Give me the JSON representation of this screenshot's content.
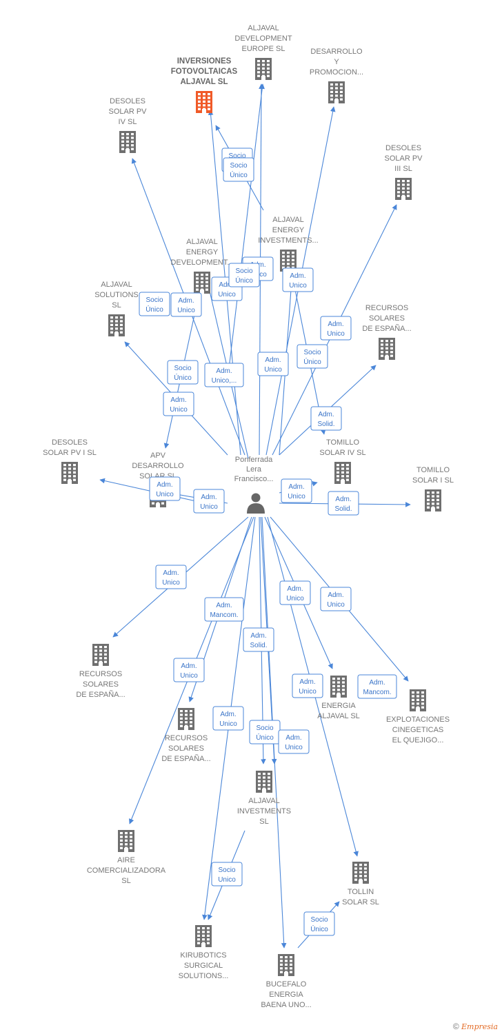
{
  "colors": {
    "edge": "#4a86d8",
    "building": "#6f6f6f",
    "focus": "#f05a28",
    "person": "#666666"
  },
  "person": {
    "label": [
      "Ponferrada",
      "Lera",
      "Francisco..."
    ],
    "icon": "person-icon"
  },
  "nodes": [
    {
      "id": "inversiones",
      "label": [
        "INVERSIONES",
        "FOTOVOLTAICAS",
        "ALJAVAL  SL"
      ],
      "focus": true,
      "icon": "building-icon"
    },
    {
      "id": "aljaval-dev-europe",
      "label": [
        "ALJAVAL",
        "DEVELOPMENT",
        "EUROPE  SL"
      ],
      "icon": "building-icon"
    },
    {
      "id": "desarrollo-y-promocion",
      "label": [
        "DESARROLLO",
        "Y",
        "PROMOCION..."
      ],
      "icon": "building-icon"
    },
    {
      "id": "desoles-iv",
      "label": [
        "DESOLES",
        "SOLAR PV",
        "IV  SL"
      ],
      "icon": "building-icon"
    },
    {
      "id": "desoles-iii",
      "label": [
        "DESOLES",
        "SOLAR PV",
        "III  SL"
      ],
      "icon": "building-icon"
    },
    {
      "id": "aljaval-energy-investments",
      "label": [
        "ALJAVAL",
        "ENERGY",
        "INVESTMENTS..."
      ],
      "icon": "building-icon"
    },
    {
      "id": "aljaval-energy-development",
      "label": [
        "ALJAVAL",
        "ENERGY",
        "DEVELOPMENT..."
      ],
      "icon": "building-icon"
    },
    {
      "id": "aljaval-solutions",
      "label": [
        "ALJAVAL",
        "SOLUTIONS",
        "SL"
      ],
      "icon": "building-icon"
    },
    {
      "id": "recursos-1",
      "label": [
        "RECURSOS",
        "SOLARES",
        "DE ESPAÑA..."
      ],
      "icon": "building-icon"
    },
    {
      "id": "desoles-i",
      "label": [
        "DESOLES",
        "SOLAR PV I  SL"
      ],
      "icon": "building-icon"
    },
    {
      "id": "apv-desarrollo",
      "label": [
        "APV",
        "DESARROLLO",
        "SOLAR  SL"
      ],
      "icon": "building-icon"
    },
    {
      "id": "tomillo-iv",
      "label": [
        "TOMILLO",
        "SOLAR IV  SL"
      ],
      "icon": "building-icon"
    },
    {
      "id": "tomillo-i",
      "label": [
        "TOMILLO",
        "SOLAR I  SL"
      ],
      "icon": "building-icon"
    },
    {
      "id": "recursos-2",
      "label": [
        "RECURSOS",
        "SOLARES",
        "DE ESPAÑA..."
      ],
      "icon": "building-icon"
    },
    {
      "id": "recursos-3",
      "label": [
        "RECURSOS",
        "SOLARES",
        "DE ESPAÑA..."
      ],
      "icon": "building-icon"
    },
    {
      "id": "energia-aljaval",
      "label": [
        "ENERGIA",
        "ALJAVAL  SL"
      ],
      "icon": "building-icon"
    },
    {
      "id": "explotaciones",
      "label": [
        "EXPLOTACIONES",
        "CINEGETICAS",
        "EL QUEJIGO..."
      ],
      "icon": "building-icon"
    },
    {
      "id": "aljaval-investments",
      "label": [
        "ALJAVAL",
        "INVESTMENTS",
        "SL"
      ],
      "icon": "building-icon"
    },
    {
      "id": "aire",
      "label": [
        "AIRE",
        "COMERCIALIZADORA",
        "SL"
      ],
      "icon": "building-icon"
    },
    {
      "id": "tollin",
      "label": [
        "TOLLIN",
        "SOLAR  SL"
      ],
      "icon": "building-icon"
    },
    {
      "id": "kirubotics",
      "label": [
        "KIRUBOTICS",
        "SURGICAL",
        "SOLUTIONS..."
      ],
      "icon": "building-icon"
    },
    {
      "id": "bucefalo",
      "label": [
        "BUCEFALO",
        "ENERGIA",
        "BAENA UNO..."
      ],
      "icon": "building-icon"
    }
  ],
  "relations": [
    [
      "Socio",
      "Único"
    ],
    [
      "Socio",
      "Único"
    ],
    [
      "Socio",
      "Único"
    ],
    [
      "Adm.",
      "Unico"
    ],
    [
      "Adm.",
      "Unico"
    ],
    [
      "Adm.",
      "Unico"
    ],
    [
      "Adm.",
      "Unico"
    ],
    [
      "Adm.",
      "Unico"
    ],
    [
      "Socio",
      "Único"
    ],
    [
      "Adm.",
      "Unico"
    ],
    [
      "Adm.",
      "Unico,..."
    ],
    [
      "Adm.",
      "Unico"
    ],
    [
      "Socio",
      "Único"
    ],
    [
      "Adm.",
      "Unico"
    ],
    [
      "Adm.",
      "Solid."
    ],
    [
      "Adm.",
      "Unico"
    ],
    [
      "Adm.",
      "Unico"
    ],
    [
      "Adm.",
      "Unico"
    ],
    [
      "Adm.",
      "Solid."
    ],
    [
      "Adm.",
      "Mancom."
    ],
    [
      "Adm.",
      "Solid."
    ],
    [
      "Adm.",
      "Unico"
    ],
    [
      "Adm.",
      "Unico"
    ],
    [
      "Adm.",
      "Unico"
    ],
    [
      "Adm.",
      "Unico"
    ],
    [
      "Adm.",
      "Unico"
    ],
    [
      "Socio",
      "Único"
    ],
    [
      "Adm.",
      "Unico"
    ],
    [
      "Adm.",
      "Mancom."
    ],
    [
      "Socio",
      "Unico"
    ],
    [
      "Socio",
      "Único"
    ],
    [
      "Socio",
      "Único"
    ]
  ],
  "credit": {
    "symbol": "©",
    "brand": "Empresia"
  }
}
